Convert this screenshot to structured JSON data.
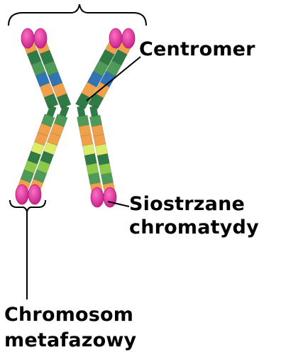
{
  "labels": {
    "centromere": "Centromer",
    "sister_chromatids_line1": "Siostrzane",
    "sister_chromatids_line2": "chromatydy",
    "chromosome_line1": "Chromosom",
    "chromosome_line2": "metafazowy"
  },
  "colors": {
    "telomere": "#e0309c",
    "telomere_dark": "#b71f7b",
    "orange": "#f0a04a",
    "dark_green": "#2f7a45",
    "mid_green": "#4e9a58",
    "light_green": "#8cc84a",
    "yellow_green": "#dcec6a",
    "blue": "#2f74b5",
    "line": "#000000"
  }
}
